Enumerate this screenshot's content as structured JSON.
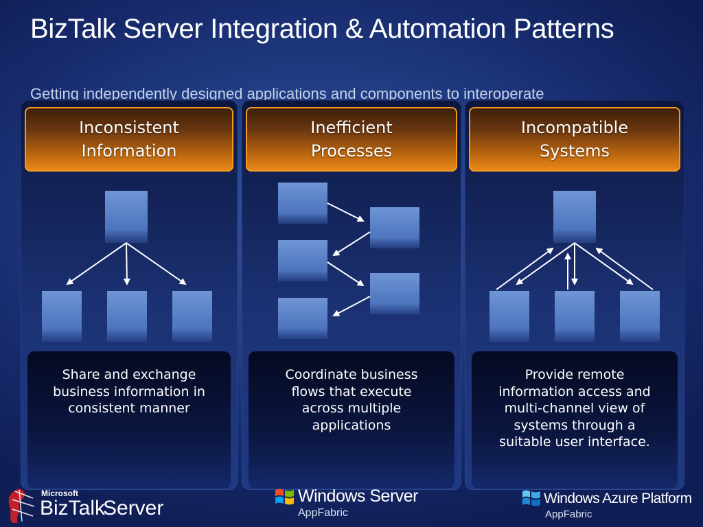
{
  "slide": {
    "title": "BizTalk Server Integration & Automation Patterns",
    "subtitle": "Getting independently designed applications and components to interoperate"
  },
  "columns": [
    {
      "header": "Inconsistent\nInformation",
      "description": "Share and exchange\nbusiness information in\nconsistent manner"
    },
    {
      "header": "Inefficient\nProcesses",
      "description": "Coordinate business\nflows that execute\nacross multiple\napplications"
    },
    {
      "header": "Incompatible\nSystems",
      "description": "Provide remote\ninformation access and\nmulti-channel view of\nsystems through a\nsuitable user interface."
    }
  ],
  "footer": {
    "biztalk": {
      "vendor": "Microsoft",
      "product": "BizTalk",
      "suffix": "Server"
    },
    "windows_server": {
      "product": "Windows Server",
      "component": "AppFabric"
    },
    "azure": {
      "product": "Windows Azure Platform",
      "component": "AppFabric"
    }
  },
  "colors": {
    "background": "#223f86",
    "header_orange": "#ef8a18",
    "node_blue": "#6a8fd0",
    "arrow": "#ffffff"
  },
  "icons": [
    "biztalk-logo-icon",
    "windows-flag-icon",
    "azure-flag-icon"
  ]
}
